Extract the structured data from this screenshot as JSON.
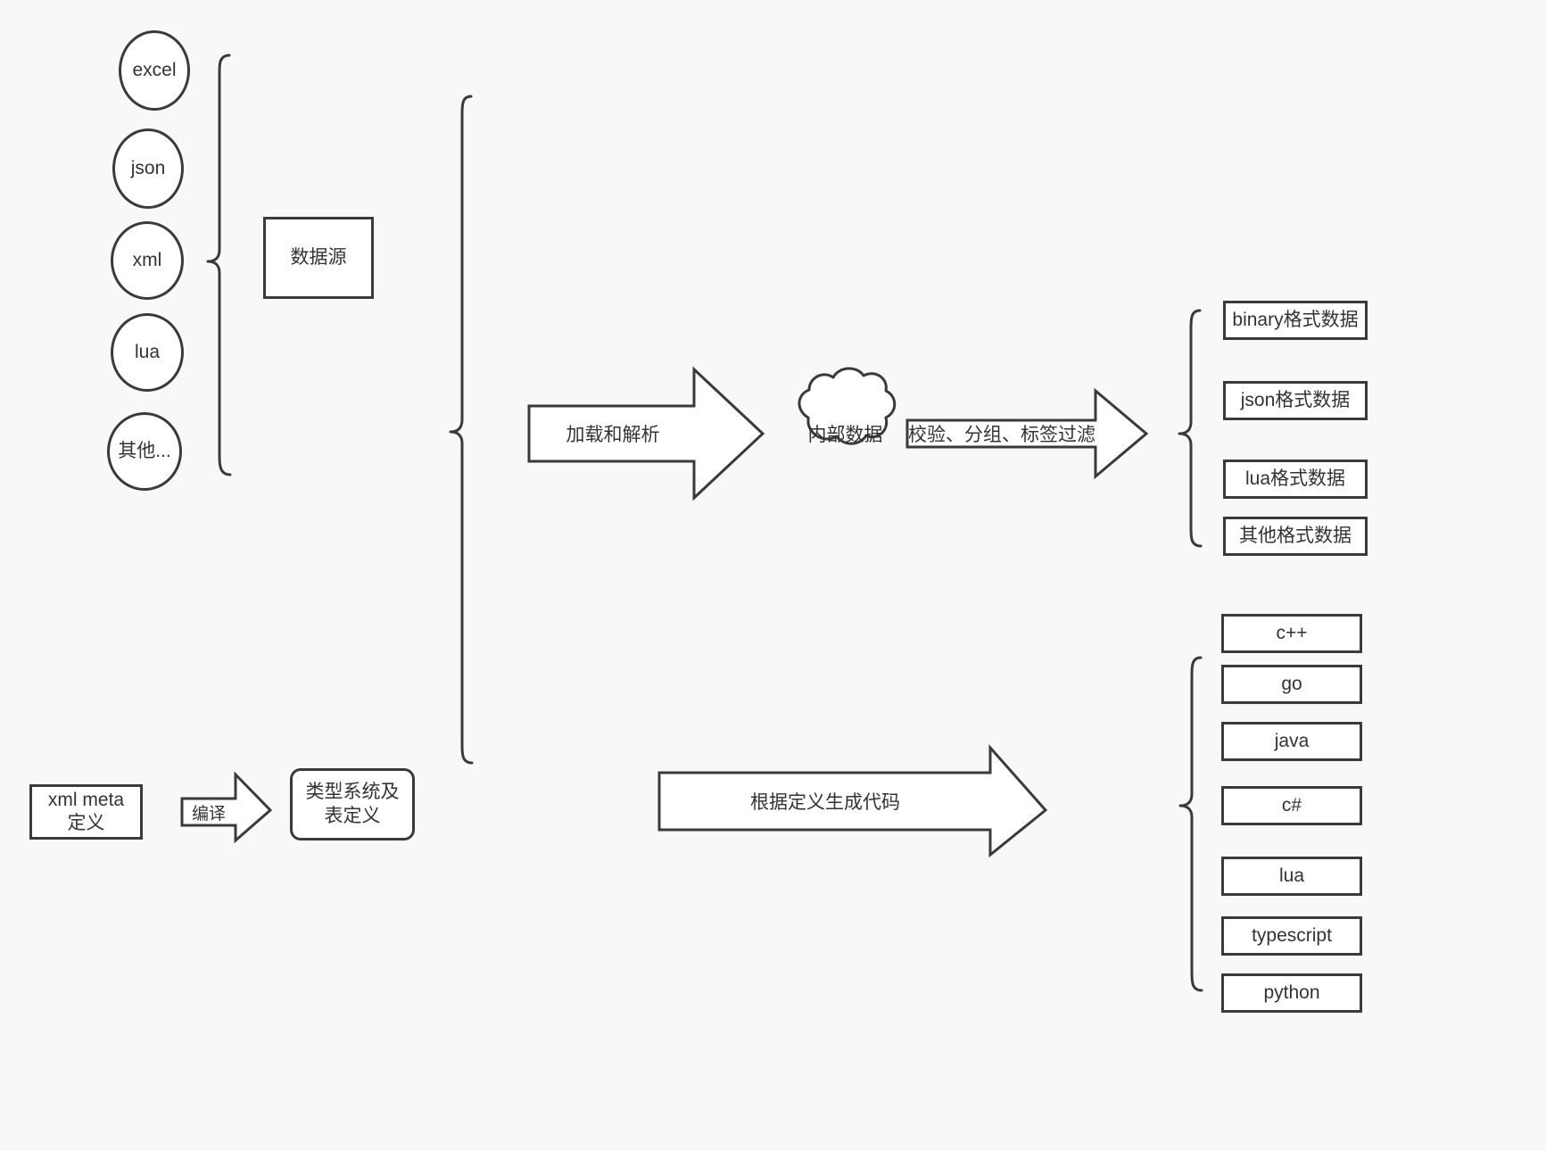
{
  "diagram": {
    "background_color": "#f8f8f8",
    "stroke_color": "#3a3a3a",
    "fill_color": "#ffffff",
    "text_color": "#333333",
    "data_sources": {
      "group_label": "数据源",
      "items": [
        {
          "label": "excel"
        },
        {
          "label": "json"
        },
        {
          "label": "xml"
        },
        {
          "label": "lua"
        },
        {
          "label": "其他..."
        }
      ]
    },
    "meta_definition": {
      "source_label": "xml meta定义",
      "compile_label": "编译",
      "target_label": "类型系统及表定义"
    },
    "pipeline": {
      "load_parse_label": "加载和解析",
      "internal_data_label": "内部数据",
      "filter_label": "校验、分组、标签过滤",
      "codegen_label": "根据定义生成代码"
    },
    "output_formats": {
      "items": [
        {
          "label": "binary格式数据"
        },
        {
          "label": "json格式数据"
        },
        {
          "label": "lua格式数据"
        },
        {
          "label": "其他格式数据"
        }
      ]
    },
    "output_languages": {
      "items": [
        {
          "label": "c++"
        },
        {
          "label": "go"
        },
        {
          "label": "java"
        },
        {
          "label": "c#"
        },
        {
          "label": "lua"
        },
        {
          "label": "typescript"
        },
        {
          "label": "python"
        }
      ]
    }
  }
}
